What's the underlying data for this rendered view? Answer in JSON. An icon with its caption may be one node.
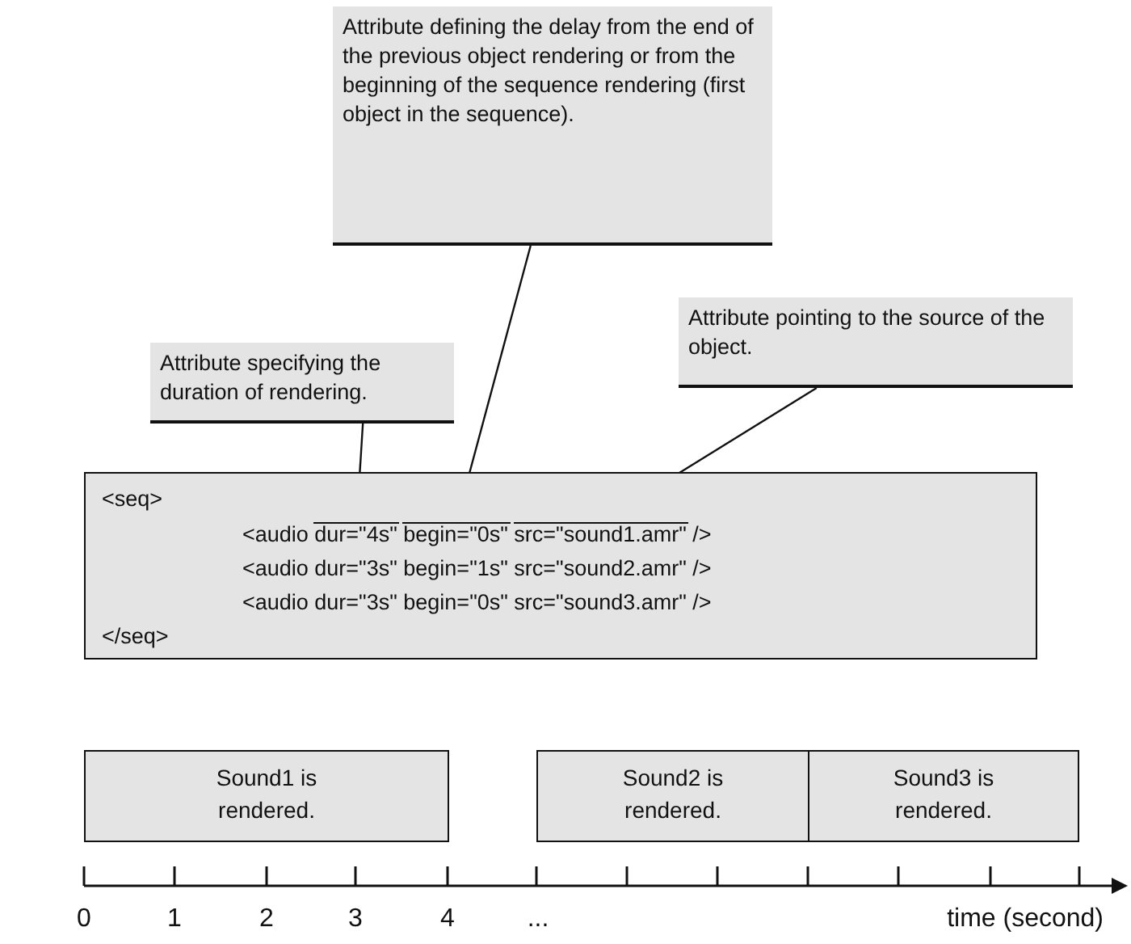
{
  "diagram": {
    "nodes": [
      {
        "text": [
          "Attribute specifying the duration of rendering."
        ]
      },
      {
        "text": [
          "Attribute defining the delay from the end of the previous object rendering or from the beginning of the sequence rendering (first object in the sequence)."
        ]
      },
      {
        "text": [
          "Attribute pointing to the source of the object."
        ]
      },
      {
        "text": [
          "<seq>",
          "<audio dur=\"4s\" begin=\"0s\" src=\"sound1.amr\" />",
          "<audio dur=\"3s\" begin=\"1s\" src=\"sound2.amr\" />",
          "<audio dur=\"3s\" begin=\"0s\" src=\"sound3.amr\" />",
          "</seq>"
        ]
      },
      {
        "text": [],
        "shape": "bar",
        "in": 3
      },
      {
        "text": [],
        "shape": "bar",
        "in": 3
      },
      {
        "text": [],
        "shape": "bar",
        "in": 3
      },
      {
        "text": [
          "Sound1 is rendered."
        ]
      },
      {
        "text": [
          "Sound2 is rendered."
        ]
      },
      {
        "text": [
          "Sound3 is rendered."
        ]
      }
    ],
    "edges": [
      {
        "from": 0,
        "to": 4,
        "arrow": "none"
      },
      {
        "from": 1,
        "to": 5,
        "arrow": "none"
      },
      {
        "from": 2,
        "to": 6,
        "arrow": "none"
      }
    ],
    "labels": [
      "0",
      "1",
      "2",
      "3",
      "4",
      "...",
      "time (second)"
    ]
  }
}
